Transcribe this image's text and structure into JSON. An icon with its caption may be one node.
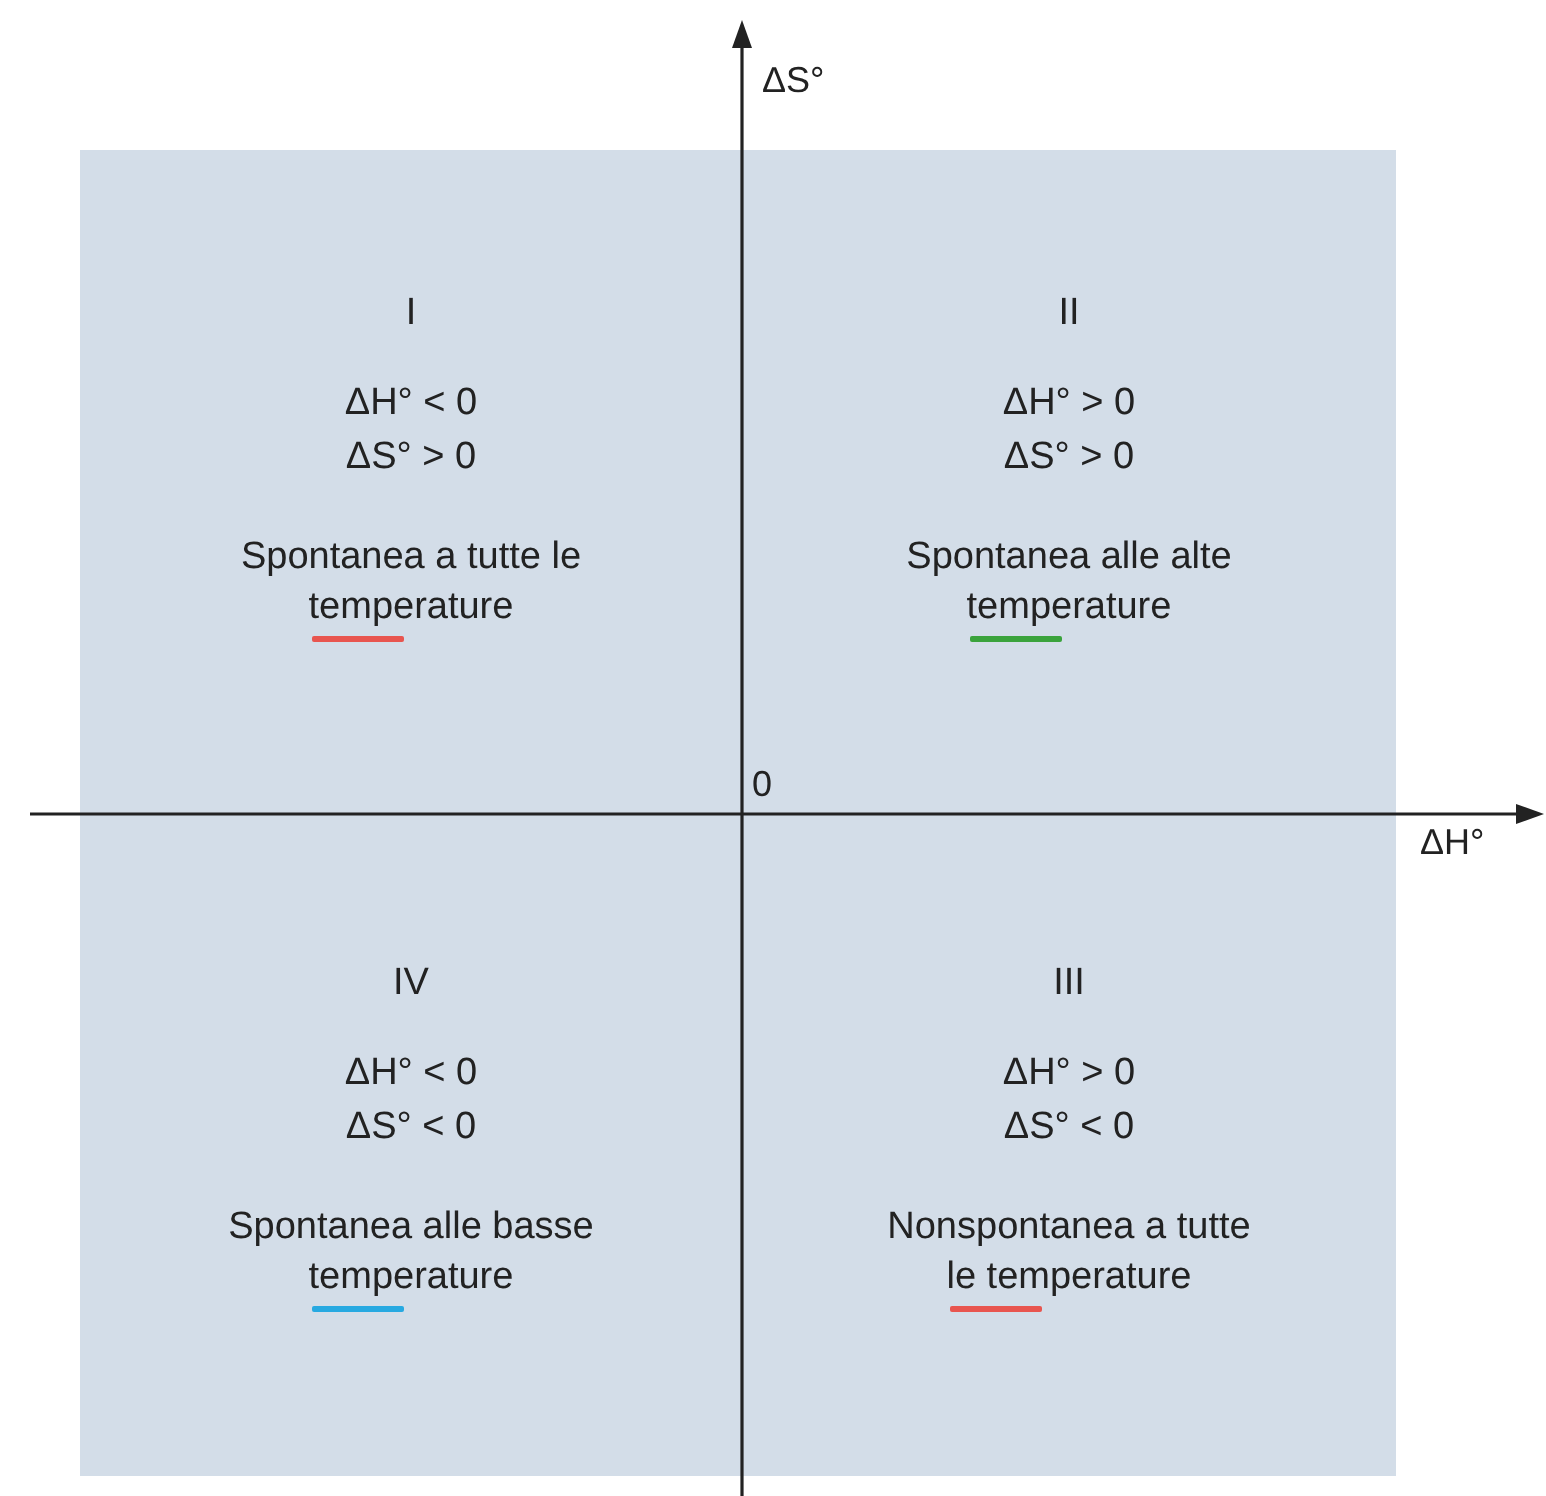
{
  "diagram": {
    "nodes": [
      {
        "text": [
          "I",
          "ΔH° < 0",
          "ΔS° > 0",
          "Spontanea a tutte le temperature"
        ]
      },
      {
        "text": [
          "II",
          "ΔH° > 0",
          "ΔS° > 0",
          "Spontanea alle alte temperature"
        ]
      },
      {
        "text": [
          "IV",
          "ΔH° < 0",
          "ΔS° < 0",
          "Spontanea alle basse temperature"
        ]
      },
      {
        "text": [
          "III",
          "ΔH° > 0",
          "ΔS° < 0",
          "Nonspontanea a tutte le temperature"
        ]
      }
    ],
    "labels": [
      "ΔS°",
      "0",
      "ΔH°"
    ]
  }
}
